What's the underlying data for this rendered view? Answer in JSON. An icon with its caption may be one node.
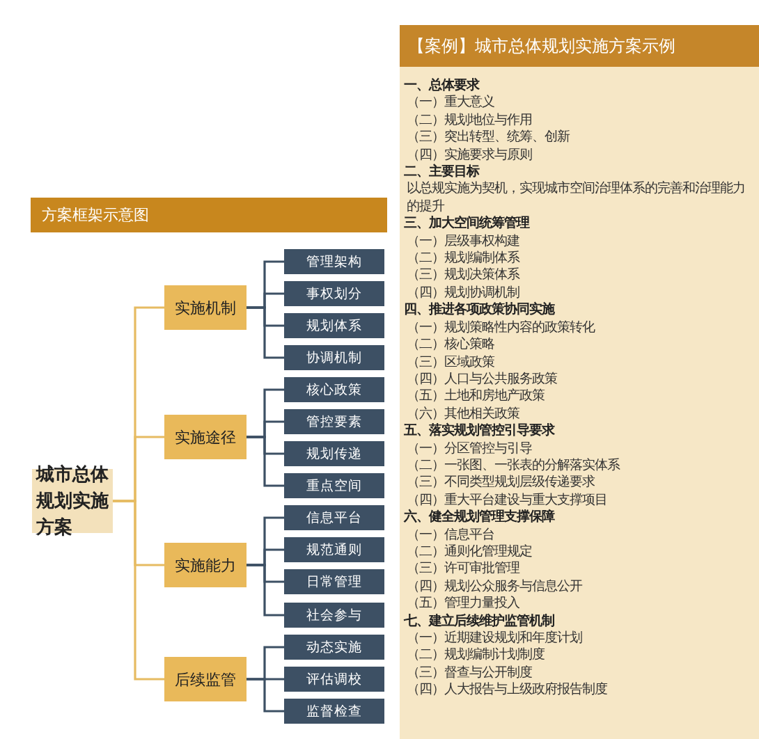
{
  "diagram": {
    "title": "方案框架示意图",
    "nodes": [
      {
        "text": [
          "城市总体规划实施方案"
        ]
      },
      {
        "text": [
          "实施机制"
        ]
      },
      {
        "text": [
          "管理架构"
        ]
      },
      {
        "text": [
          "事权划分"
        ]
      },
      {
        "text": [
          "规划体系"
        ]
      },
      {
        "text": [
          "协调机制"
        ]
      },
      {
        "text": [
          "实施途径"
        ]
      },
      {
        "text": [
          "核心政策"
        ]
      },
      {
        "text": [
          "管控要素"
        ]
      },
      {
        "text": [
          "规划传递"
        ]
      },
      {
        "text": [
          "重点空间"
        ]
      },
      {
        "text": [
          "实施能力"
        ]
      },
      {
        "text": [
          "信息平台"
        ]
      },
      {
        "text": [
          "规范通则"
        ]
      },
      {
        "text": [
          "日常管理"
        ]
      },
      {
        "text": [
          "社会参与"
        ]
      },
      {
        "text": [
          "后续监管"
        ]
      },
      {
        "text": [
          "动态实施"
        ]
      },
      {
        "text": [
          "评估调校"
        ]
      },
      {
        "text": [
          "监督检查"
        ]
      },
      {
        "text": [
          "【案例】城市总体规划实施方案示例"
        ]
      },
      {
        "text": [
          "一、总体要求",
          "（一）重大意义",
          "（二）规划地位与作用",
          "（三）突出转型、统筹、创新",
          "（四）实施要求与原则"
        ],
        "in": 20
      },
      {
        "text": [
          "二、主要目标",
          "以总规实施为契机，实现城市空间治理体系的完善和治理能力的提升"
        ],
        "in": 20
      },
      {
        "text": [
          "三、加大空间统筹管理",
          "（一）层级事权构建",
          "（二）规划编制体系",
          "（三）规划决策体系",
          "（四）规划协调机制"
        ],
        "in": 20
      },
      {
        "text": [
          "四、推进各项政策协同实施",
          "（一）规划策略性内容的政策转化",
          "（二）核心策略",
          "（三）区域政策",
          "（四）人口与公共服务政策",
          "（五）土地和房地产政策",
          "（六）其他相关政策"
        ],
        "in": 20
      },
      {
        "text": [
          "五、落实规划管控引导要求",
          "（一）分区管控与引导",
          "（二）一张图、一张表的分解落实体系",
          "（三）不同类型规划层级传递要求",
          "（四）重大平台建设与重大支撑项目"
        ],
        "in": 20
      },
      {
        "text": [
          "六、健全规划管理支撑保障",
          "（一）信息平台",
          "（二）通则化管理规定",
          "（三）许可审批管理",
          "（四）规划公众服务与信息公开",
          "（五）管理力量投入"
        ],
        "in": 20
      },
      {
        "text": [
          "七、建立后续维护监管机制",
          "（一）近期建设规划和年度计划",
          "（二）规划编制计划制度",
          "（三）督查与公开制度",
          "（四）人大报告与上级政府报告制度"
        ],
        "in": 20
      }
    ],
    "edges": [
      {
        "from": 0,
        "to": 1,
        "arrow": "none",
        "color": "#e6bb62"
      },
      {
        "from": 0,
        "to": 6,
        "arrow": "none",
        "color": "#e6bb62"
      },
      {
        "from": 0,
        "to": 11,
        "arrow": "none",
        "color": "#e6bb62"
      },
      {
        "from": 0,
        "to": 16,
        "arrow": "none",
        "color": "#e6bb62"
      },
      {
        "from": 1,
        "to": 2,
        "arrow": "none"
      },
      {
        "from": 1,
        "to": 3,
        "arrow": "none"
      },
      {
        "from": 1,
        "to": 4,
        "arrow": "none"
      },
      {
        "from": 1,
        "to": 5,
        "arrow": "none"
      },
      {
        "from": 6,
        "to": 7,
        "arrow": "none"
      },
      {
        "from": 6,
        "to": 8,
        "arrow": "none"
      },
      {
        "from": 6,
        "to": 9,
        "arrow": "none"
      },
      {
        "from": 6,
        "to": 10,
        "arrow": "none"
      },
      {
        "from": 11,
        "to": 12,
        "arrow": "none"
      },
      {
        "from": 11,
        "to": 13,
        "arrow": "none"
      },
      {
        "from": 11,
        "to": 14,
        "arrow": "none"
      },
      {
        "from": 11,
        "to": 15,
        "arrow": "none"
      },
      {
        "from": 16,
        "to": 17,
        "arrow": "none"
      },
      {
        "from": 16,
        "to": 18,
        "arrow": "none"
      },
      {
        "from": 16,
        "to": 19,
        "arrow": "none"
      }
    ]
  }
}
